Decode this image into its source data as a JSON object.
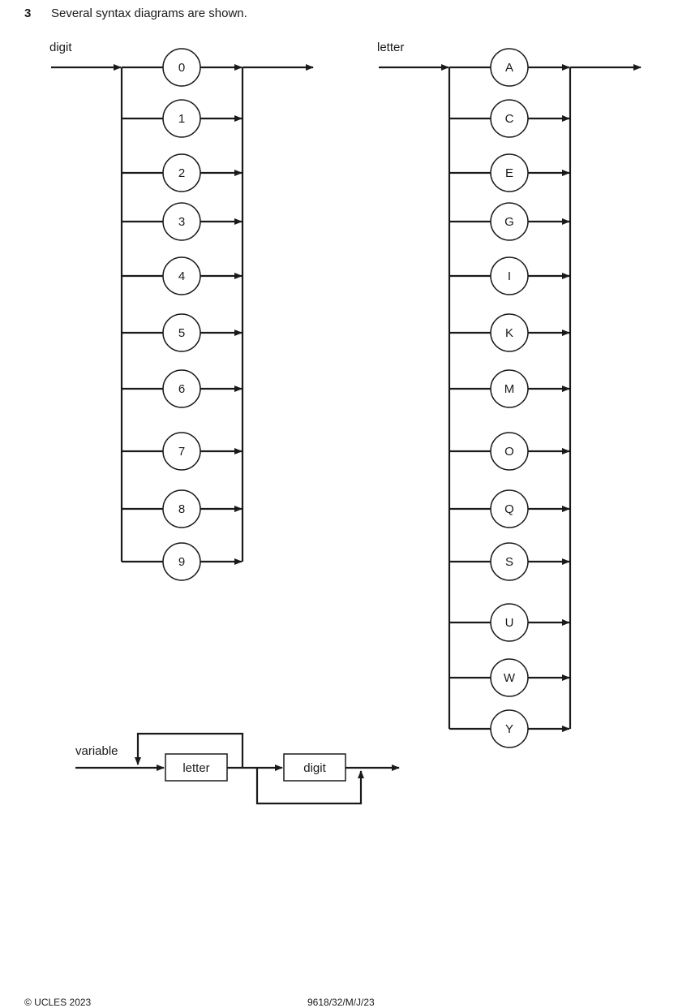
{
  "question": {
    "number": "3",
    "text": "Several syntax diagrams are shown."
  },
  "diagrams": {
    "digit": {
      "title": "digit",
      "options": [
        "0",
        "1",
        "2",
        "3",
        "4",
        "5",
        "6",
        "7",
        "8",
        "9"
      ]
    },
    "letter": {
      "title": "letter",
      "options": [
        "A",
        "C",
        "E",
        "G",
        "I",
        "K",
        "M",
        "O",
        "Q",
        "S",
        "U",
        "W",
        "Y"
      ]
    },
    "variable": {
      "title": "variable",
      "boxes": [
        "letter",
        "digit"
      ]
    }
  },
  "footer": {
    "copyright": "© UCLES 2023",
    "code": "9618/32/M/J/23"
  }
}
